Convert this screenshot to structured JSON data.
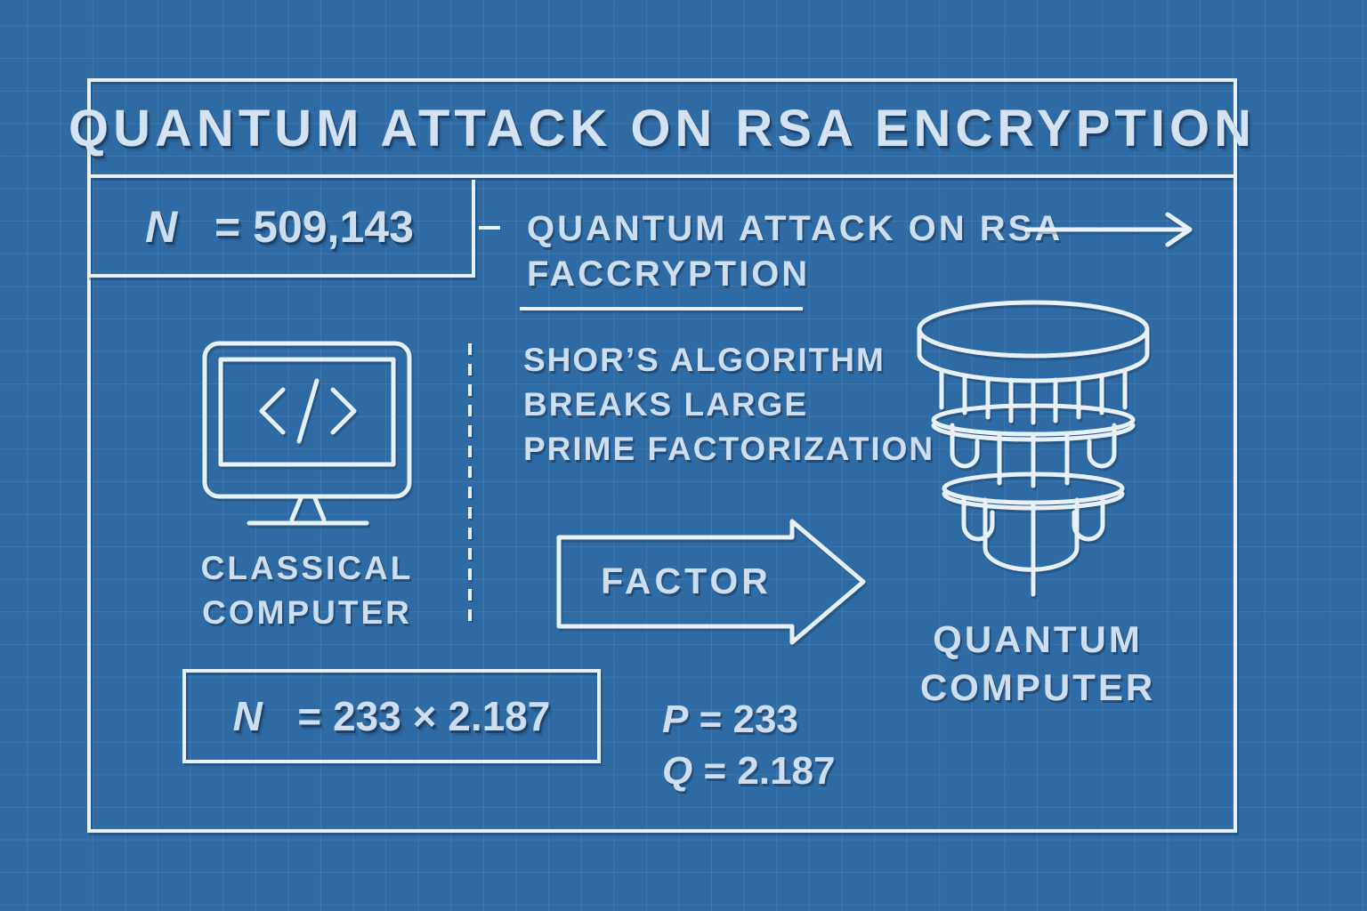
{
  "title": "QUANTUM ATTACK ON RSA ENCRYPTION",
  "n_box": {
    "label": "N",
    "value": "= 509,143"
  },
  "attack_note": {
    "line1": "QUANTUM ATTACK ON RSA",
    "line2": "FACCRYPTION"
  },
  "shor_note": {
    "line1": "SHOR’S ALGORITHM",
    "line2": "BREAKS LARGE",
    "line3": "PRIME FACTORIZATION"
  },
  "classical_computer": {
    "label_line1": "CLASSICAL",
    "label_line2": "COMPUTER"
  },
  "factor_arrow": {
    "label": "FACTOR"
  },
  "quantum_computer": {
    "label_line1": "QUANTUM",
    "label_line2": "COMPUTER"
  },
  "factored_box": {
    "label": "N",
    "value": "= 233 × 2.187"
  },
  "factors": {
    "p_label": "P",
    "p_value": "= 233",
    "q_label": "Q",
    "q_value": "= 2.187"
  },
  "icons": {
    "classical": "monitor-with-code-icon",
    "quantum": "quantum-chandelier-icon",
    "factor": "right-arrow-outline",
    "flow": "right-arrow-line"
  },
  "colors": {
    "background": "#2e6aa3",
    "line": "#e8f1f9",
    "text": "#cfdeee",
    "shadow": "rgba(15,42,74,0.45)"
  }
}
